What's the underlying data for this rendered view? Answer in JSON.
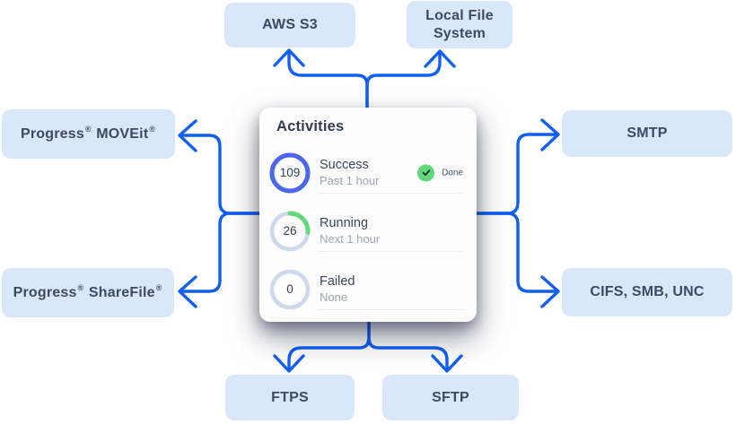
{
  "colors": {
    "connector": "#115ff0",
    "node_bg": "#d9e7fb",
    "node_text": "#3e4a5f",
    "ring_track": "#ccd9ec",
    "success_ring": "#4c66ee",
    "running_ring": "#63d87a",
    "badge_green": "#5fd77a"
  },
  "nodes": {
    "aws_s3": {
      "label": "AWS S3"
    },
    "local_file_system": {
      "label": "Local File System"
    },
    "smtp": {
      "label": "SMTP"
    },
    "cifs_smb_unc": {
      "label": "CIFS, SMB, UNC"
    },
    "ftps": {
      "label": "FTPS"
    },
    "sftp": {
      "label": "SFTP"
    },
    "moveit": {
      "label": "Progress® MOVEit®"
    },
    "sharefile": {
      "label": "Progress® ShareFile®"
    }
  },
  "card": {
    "title": "Activities",
    "rows": [
      {
        "value": "109",
        "label": "Success",
        "sublabel": "Past 1 hour",
        "ring_pct": 100,
        "ring_color": "#4c66ee",
        "badge_label": "Done"
      },
      {
        "value": "26",
        "label": "Running",
        "sublabel": "Next 1 hour",
        "ring_pct": 26,
        "ring_color": "#63d87a"
      },
      {
        "value": "0",
        "label": "Failed",
        "sublabel": "None",
        "ring_pct": 0,
        "ring_color": "#ccd9ec"
      }
    ]
  }
}
